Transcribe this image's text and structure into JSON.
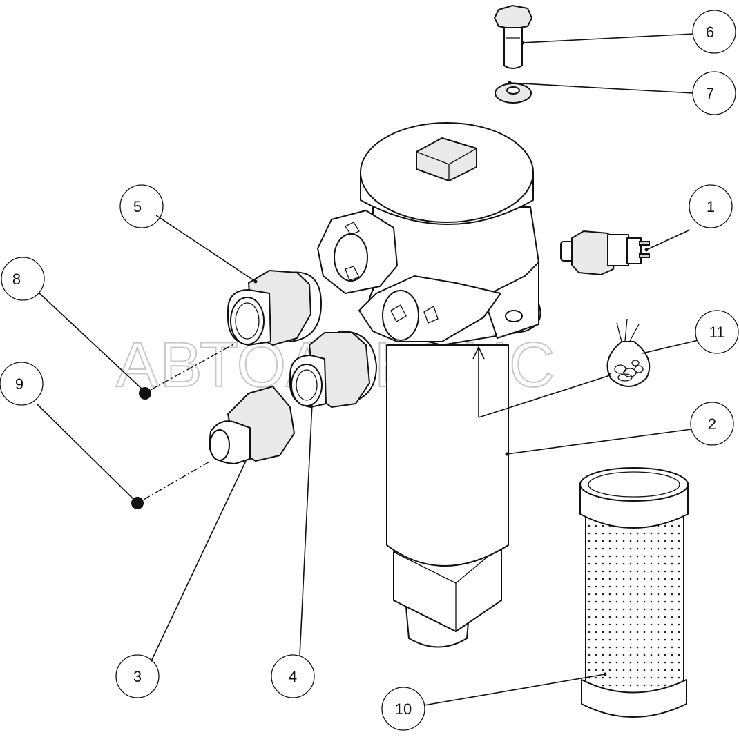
{
  "diagram": {
    "watermark": "АВТОАЛЬЯНС",
    "callouts": [
      {
        "id": "1",
        "label": "1"
      },
      {
        "id": "2",
        "label": "2"
      },
      {
        "id": "3",
        "label": "3"
      },
      {
        "id": "4",
        "label": "4"
      },
      {
        "id": "5",
        "label": "5"
      },
      {
        "id": "6",
        "label": "6"
      },
      {
        "id": "7",
        "label": "7"
      },
      {
        "id": "8",
        "label": "8"
      },
      {
        "id": "9",
        "label": "9"
      },
      {
        "id": "10",
        "label": "10"
      },
      {
        "id": "11",
        "label": "11"
      }
    ]
  }
}
